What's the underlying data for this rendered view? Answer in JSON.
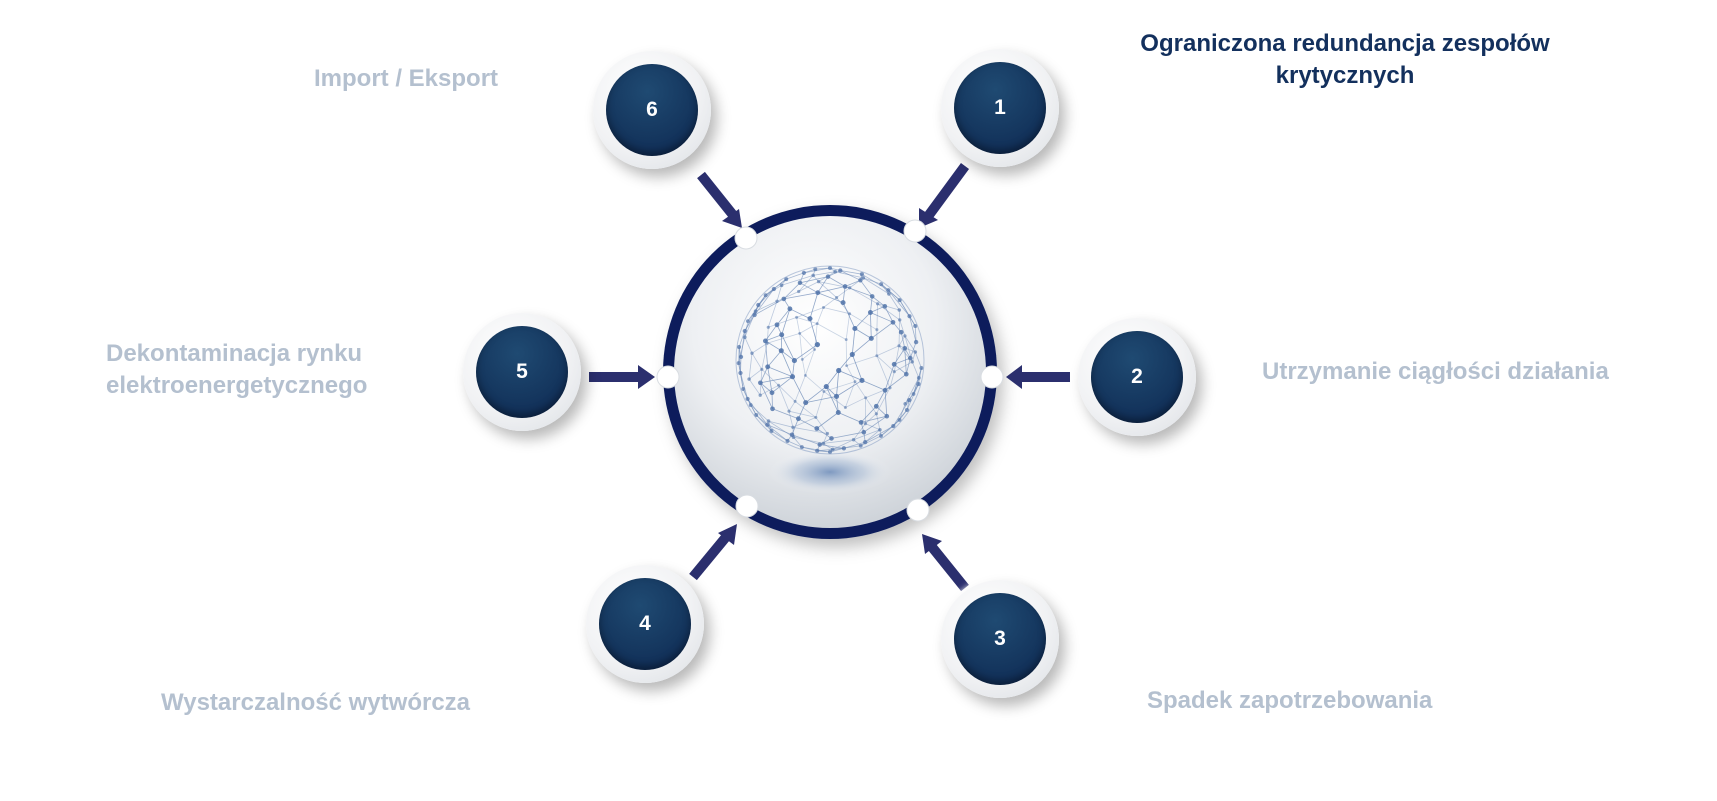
{
  "diagram": {
    "center": {
      "ring_color": "#0e1f5b",
      "globe_icon": "network-globe-icon"
    },
    "arrow_color": "#2b2f6e",
    "items": [
      {
        "number": "1",
        "label": "Ograniczona redundancja zespołów krytycznych",
        "label_lines": [
          "Ograniczona redundancja zespołów",
          "krytycznych"
        ],
        "highlighted": true
      },
      {
        "number": "2",
        "label": "Utrzymanie ciągłości działania",
        "label_lines": [
          "Utrzymanie ciągłości działania"
        ],
        "highlighted": false
      },
      {
        "number": "3",
        "label": "Spadek zapotrzebowania",
        "label_lines": [
          "Spadek zapotrzebowania"
        ],
        "highlighted": false
      },
      {
        "number": "4",
        "label": "Wystarczalność wytwórcza",
        "label_lines": [
          "Wystarczalność wytwórcza"
        ],
        "highlighted": false
      },
      {
        "number": "5",
        "label": "Dekontaminacja rynku elektroenergetycznego",
        "label_lines": [
          "Dekontaminacja rynku",
          "elektroenergetycznego"
        ],
        "highlighted": false
      },
      {
        "number": "6",
        "label": "Import / Eksport",
        "label_lines": [
          "Import / Eksport"
        ],
        "highlighted": false
      }
    ],
    "colors": {
      "highlight_text": "#13305d",
      "muted_text": "#b4c0cf",
      "node_fill": "#15375f"
    }
  }
}
